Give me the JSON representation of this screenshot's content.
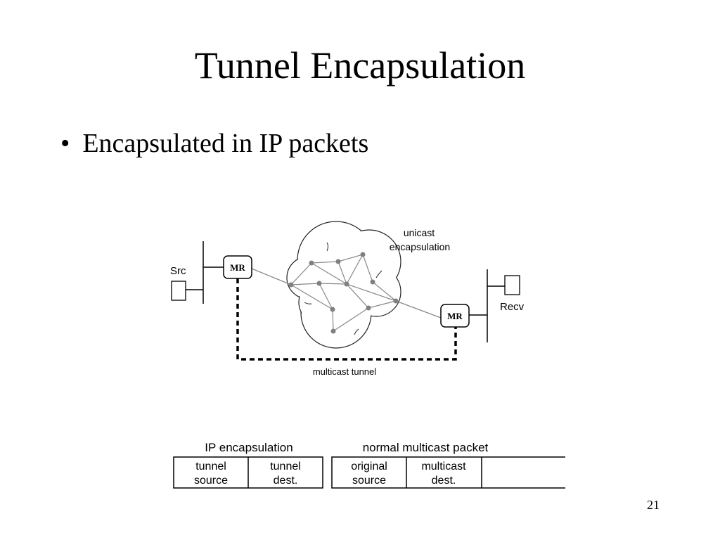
{
  "slide": {
    "title": "Tunnel Encapsulation",
    "bullets": [
      {
        "marker": "•",
        "text": "Encapsulated in IP packets"
      }
    ],
    "page_number": "21"
  },
  "diagram": {
    "src_label": "Src",
    "recv_label": "Recv",
    "router_left_label": "MR",
    "router_right_label": "MR",
    "cloud_label_line1": "unicast",
    "cloud_label_line2": "encapsulation",
    "tunnel_label": "multicast tunnel"
  },
  "packet": {
    "header_left": "IP encapsulation",
    "header_right": "normal multicast packet",
    "fields": [
      {
        "line1": "tunnel",
        "line2": "source"
      },
      {
        "line1": "tunnel",
        "line2": "dest."
      },
      {
        "line1": "original",
        "line2": "source"
      },
      {
        "line1": "multicast",
        "line2": "dest."
      }
    ]
  }
}
